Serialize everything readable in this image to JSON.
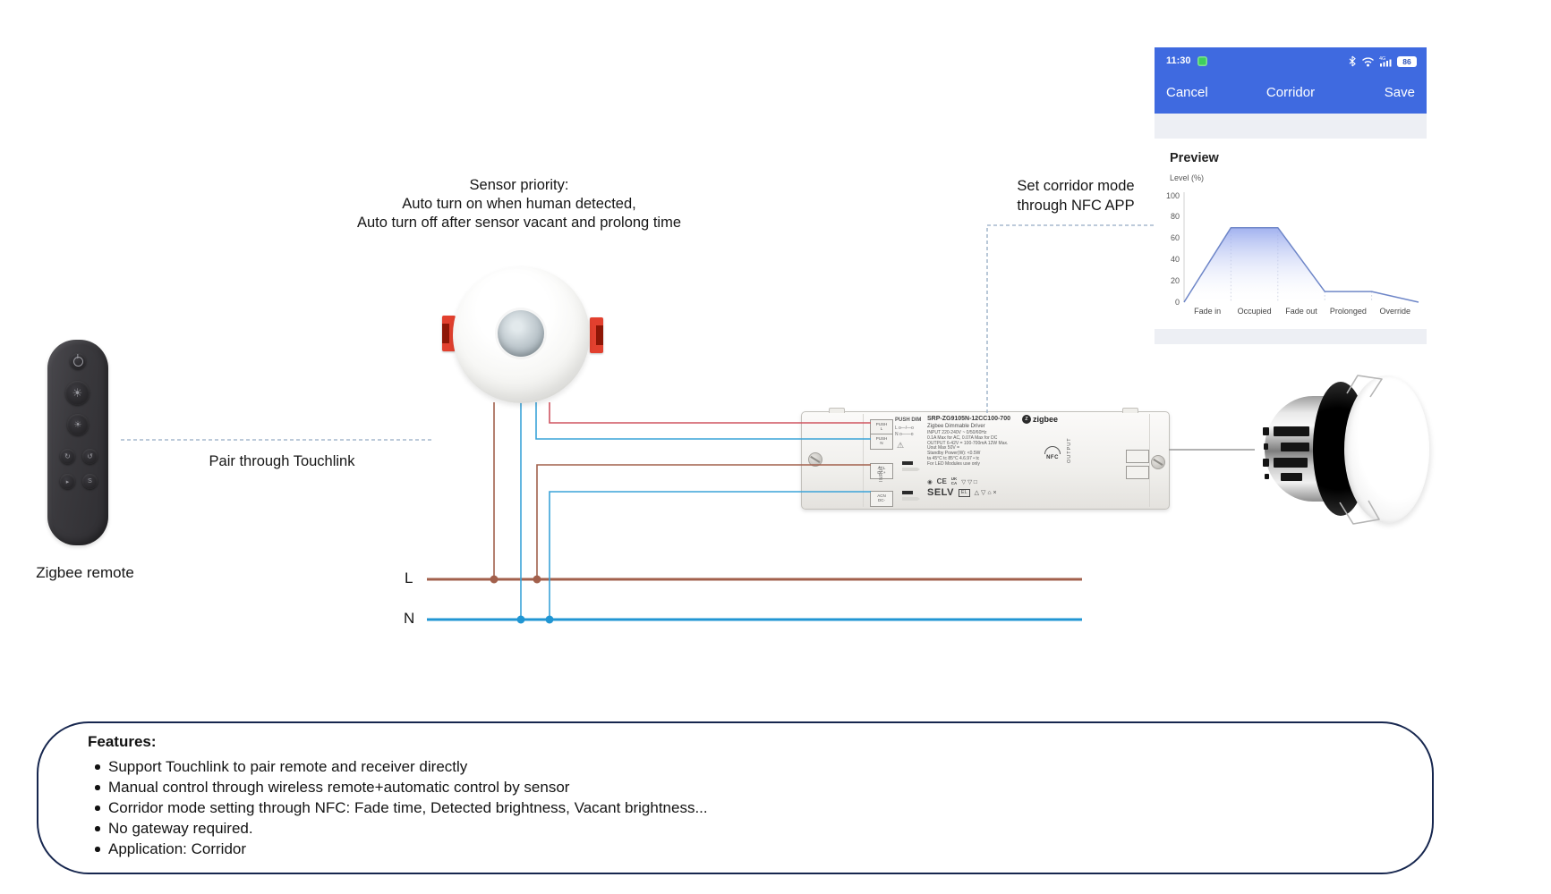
{
  "colors": {
    "phone_header_blue": "#3f6ae0",
    "phone_strip_gray": "#edeff4",
    "battery_green": "#3ecf5e",
    "wire_red": "#cf5560",
    "wire_blue": "#3aa3d8",
    "wire_brown": "#a2604c",
    "rail_l_brown": "#a2604c",
    "rail_n_blue": "#2196d3",
    "dashed_connector": "#93abc4",
    "clip_red": "#e2402e",
    "features_border": "#16264e"
  },
  "annotations": {
    "sensor_priority": [
      "Sensor priority:",
      "Auto turn on when human detected,",
      "Auto turn off after sensor vacant and prolong time"
    ],
    "set_corridor": [
      "Set corridor mode",
      "through NFC APP"
    ],
    "pair_touchlink": "Pair through Touchlink",
    "remote_label": "Zigbee remote",
    "l_label": "L",
    "n_label": "N"
  },
  "phone": {
    "status": {
      "time": "11:30",
      "battery": "86",
      "icons": [
        "recording-indicator",
        "bluetooth",
        "wifi",
        "cellular-4g",
        "battery"
      ]
    },
    "nav": {
      "cancel": "Cancel",
      "title": "Corridor",
      "save": "Save"
    }
  },
  "chart_data": {
    "type": "area",
    "title": "Preview",
    "ylabel": "Level (%)",
    "xlabel": "",
    "yticks": [
      0,
      20,
      40,
      60,
      80,
      100
    ],
    "ylim": [
      0,
      100
    ],
    "categories": [
      "Fade in",
      "Occupied",
      "Fade out",
      "Prolonged",
      "Override"
    ],
    "points": [
      {
        "x": 0,
        "y": 0
      },
      {
        "x": 1,
        "y": 70
      },
      {
        "x": 2,
        "y": 70
      },
      {
        "x": 3,
        "y": 10
      },
      {
        "x": 4,
        "y": 10
      },
      {
        "x": 5,
        "y": 0
      }
    ],
    "segment_levels": {
      "fade_in": "0 to 70",
      "occupied": "70",
      "fade_out": "70 to 10",
      "prolonged": "10",
      "override": "10 to 0"
    },
    "grid": "dotted vertical lines at segment boundaries",
    "legend": "none",
    "line_color": "#6e86c8",
    "fill_top_color": "#8fa2ec"
  },
  "driver": {
    "model": "SRP-ZG9105N-12CC100-700",
    "brand": "zigbee",
    "subtitle": "Zigbee Dimmable Driver",
    "specs": [
      "INPUT 220-240V ~ 0/50/60Hz",
      "0.1A Max for AC, 0.07A Max for DC",
      "OUTPUT 6-42V = 100-700mA 12W Max.",
      "Uout Max 50V =",
      "Standby Power(W): <0.5W",
      "ta 45°C   tc 85°C   4.6.97    • tc",
      "For LED Modules use only"
    ],
    "push_dim_title": "PUSH DIM",
    "push_dim_l": "L o—/—o",
    "push_dim_n": "N o——o",
    "input_label": "INPUT",
    "output_label": "OUTPUT",
    "nfc_label": "NFC",
    "terminals": [
      [
        "PUSH",
        "L"
      ],
      [
        "PUSH",
        "N"
      ],
      [
        "ACL",
        "DC+"
      ],
      [
        "ACN",
        "DC-"
      ]
    ],
    "certs": {
      "ce": "CE",
      "ukca_top": "UK",
      "ukca_bottom": "CA",
      "selv": "SELV",
      "el": "EL",
      "symbols1": "▽ ▽ □",
      "symbols2": "△ ▽ ⌂ ×"
    }
  },
  "features": {
    "title": "Features:",
    "items": [
      "Support Touchlink to pair remote and receiver directly",
      "Manual control through wireless remote+automatic control by sensor",
      "Corridor mode setting through NFC: Fade time, Detected brightness, Vacant brightness...",
      "No gateway required.",
      "Application: Corridor"
    ]
  }
}
